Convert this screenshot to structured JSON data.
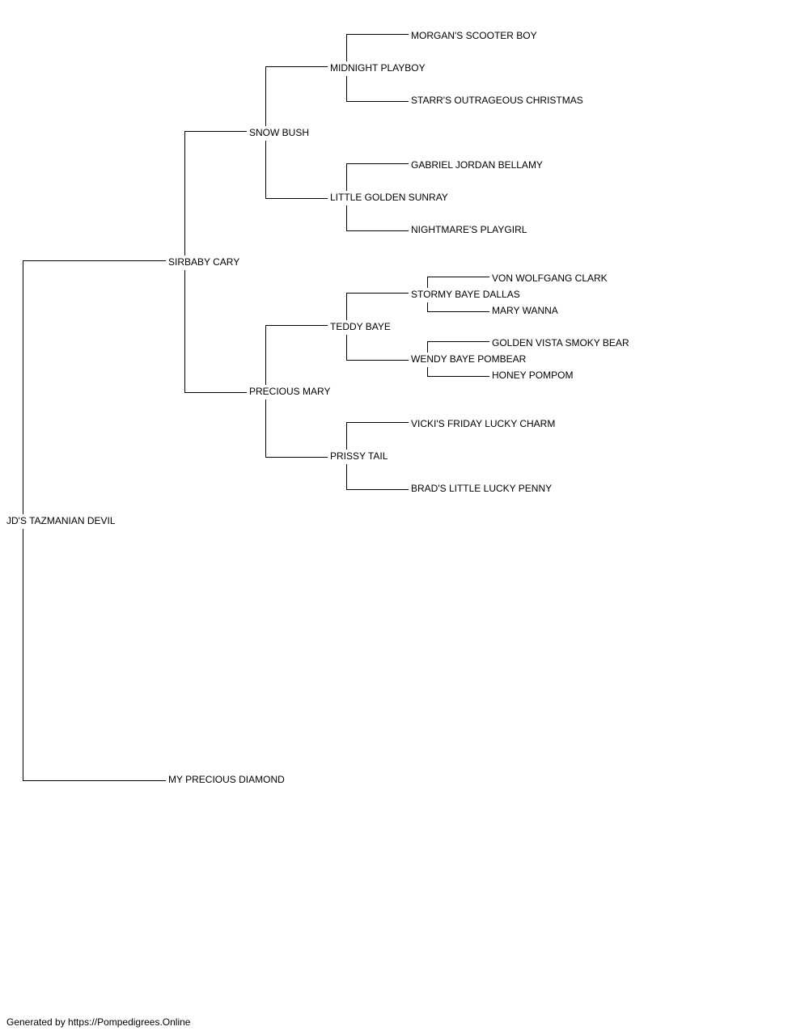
{
  "pedigree": {
    "subject": "JD'S TAZMANIAN DEVIL",
    "sire": "SIRBABY CARY",
    "dam": "MY PRECIOUS DIAMOND",
    "sire_sire": "SNOW BUSH",
    "sire_dam": "PRECIOUS MARY",
    "snow_bush_sire": "MIDNIGHT PLAYBOY",
    "snow_bush_dam": "LITTLE GOLDEN SUNRAY",
    "precious_mary_sire": "TEDDY BAYE",
    "precious_mary_dam": "PRISSY TAIL",
    "midnight_playboy_sire": "MORGAN'S SCOOTER BOY",
    "midnight_playboy_dam": "STARR'S OUTRAGEOUS CHRISTMAS",
    "little_golden_sunray_sire": "GABRIEL JORDAN BELLAMY",
    "little_golden_sunray_dam": "NIGHTMARE'S PLAYGIRL",
    "teddy_baye_sire": "STORMY BAYE DALLAS",
    "teddy_baye_dam": "WENDY BAYE POMBEAR",
    "prissy_tail_sire": "VICKI'S FRIDAY LUCKY CHARM",
    "prissy_tail_dam": "BRAD'S LITTLE LUCKY PENNY",
    "stormy_baye_dallas_sire": "VON WOLFGANG CLARK",
    "stormy_baye_dallas_dam": "MARY WANNA",
    "wendy_baye_pombear_sire": "GOLDEN VISTA SMOKY BEAR",
    "wendy_baye_pombear_dam": "HONEY POMPOM"
  },
  "footer": {
    "text": "Generated by https://Pompedigrees.Online"
  }
}
